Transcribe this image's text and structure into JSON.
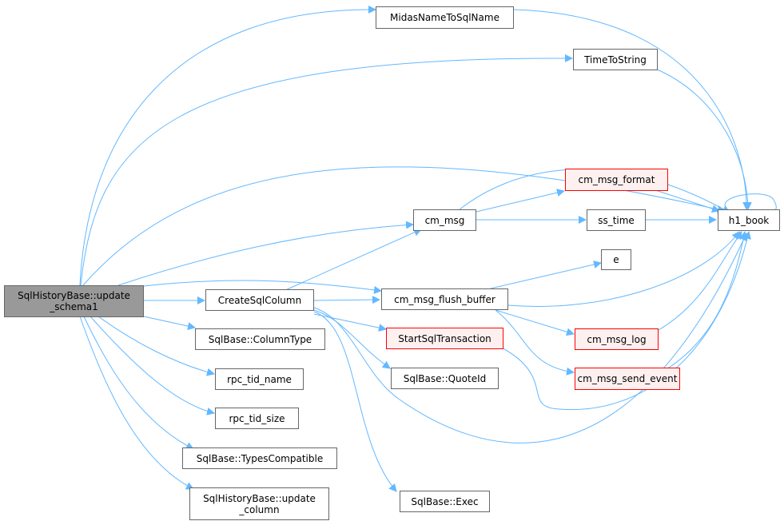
{
  "colors": {
    "edge": "#63b8ff",
    "root_fill": "#999999",
    "node_border": "#666666",
    "red_border": "#ff0000",
    "red_fill": "#fff0f0"
  },
  "nodes": {
    "root": "SqlHistoryBase::update\n_schema1",
    "midas": "MidasNameToSqlName",
    "timetostring": "TimeToString",
    "h1_book": "h1_book",
    "cm_msg_format": "cm_msg_format",
    "cm_msg": "cm_msg",
    "ss_time": "ss_time",
    "e": "e",
    "cm_msg_flush_buffer": "cm_msg_flush_buffer",
    "createsqlcolumn": "CreateSqlColumn",
    "starttx": "StartSqlTransaction",
    "cm_msg_log": "cm_msg_log",
    "columntype": "SqlBase::ColumnType",
    "cm_msg_send_event": "cm_msg_send_event",
    "quoteid": "SqlBase::QuoteId",
    "rpc_tid_name": "rpc_tid_name",
    "rpc_tid_size": "rpc_tid_size",
    "typescompat": "SqlBase::TypesCompatible",
    "update_column": "SqlHistoryBase::update\n_column",
    "exec": "SqlBase::Exec"
  }
}
